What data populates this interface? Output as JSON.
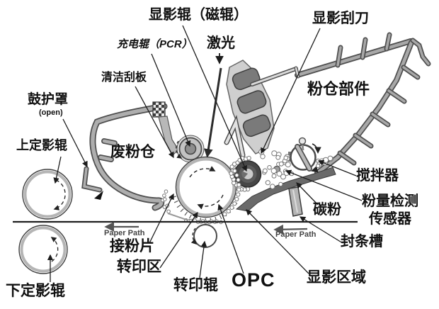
{
  "figure": {
    "background": "#ffffff",
    "ink": "#1c1c1c",
    "structure_light": "#a8a8a8",
    "structure_dark": "#6a6a6a"
  },
  "labels": {
    "dev_roller": "显影辊（磁辊）",
    "dev_blade": "显影刮刀",
    "charge_roller": "充电辊（PCR）",
    "laser": "激光",
    "cleaning_blade": "清洁刮板",
    "hopper_assembly": "粉仓部件",
    "drum_shutter": "鼓护罩",
    "drum_shutter_state": "(open)",
    "upper_fuser": "上定影辊",
    "waste_hopper": "废粉仓",
    "agitator": "搅拌器",
    "toner": "碳粉",
    "toner_sensor_line1": "粉量检测",
    "toner_sensor_line2": "传感器",
    "seal_slot": "封条槽",
    "paper_path_left": "Paper Path",
    "paper_path_right": "Paper Path",
    "catch_sheet": "接粉片",
    "transfer_area": "转印区",
    "transfer_roller": "转印辊",
    "opc": "OPC",
    "dev_area": "显影区域",
    "lower_fuser": "下定影辊"
  }
}
